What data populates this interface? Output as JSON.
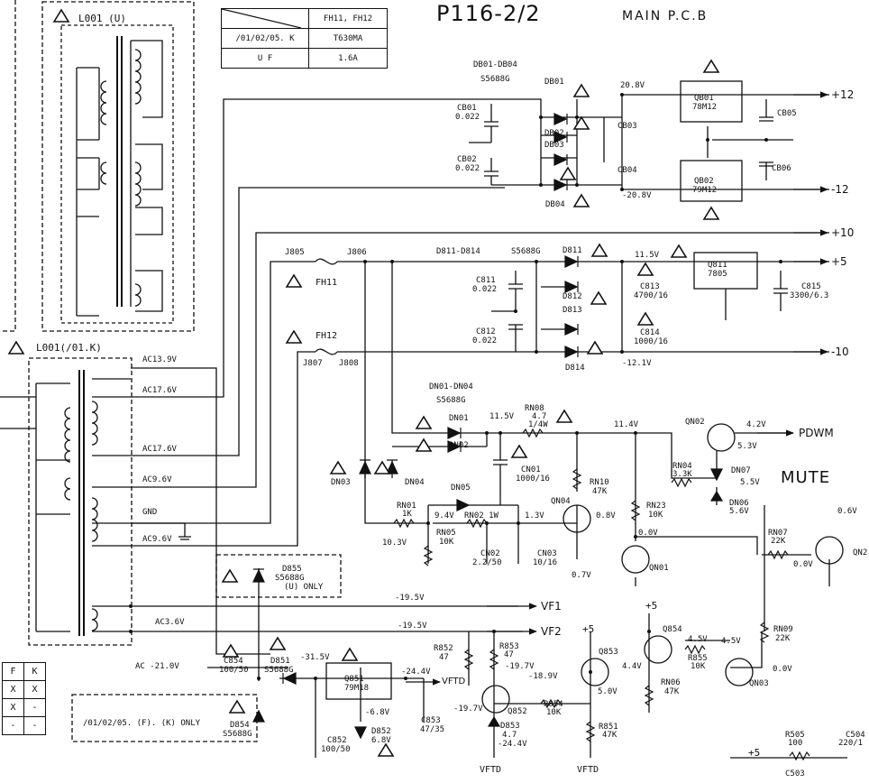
{
  "title": "P116-2/2",
  "subtitle": "MAIN P.C.B",
  "mute_label": "MUTE",
  "fuse_table": {
    "header": [
      "",
      "FH11, FH12"
    ],
    "rows": [
      [
        "/01/02/05. K",
        "T630MA"
      ],
      [
        "U F",
        "1.6A"
      ]
    ]
  },
  "fk_table": {
    "header": [
      "F",
      "K"
    ],
    "rows": [
      [
        "X",
        "X"
      ],
      [
        "X",
        "-"
      ],
      [
        "-",
        "-"
      ]
    ]
  },
  "rails": {
    "p12": "+12",
    "m12": "-12",
    "p10": "+10",
    "p5": "+5",
    "m10": "-10",
    "pdwm": "PDWM",
    "vf1": "VF1",
    "vf2": "VF2",
    "vftd": "VFTD"
  },
  "transformers": {
    "t1": "L001 (U)",
    "t2": "L001(/01.K)"
  },
  "ac_labels": {
    "ac139": "AC13.9V",
    "ac176a": "AC17.6V",
    "ac176b": "AC17.6V",
    "ac96a": "AC9.6V",
    "gnd": "GND",
    "ac96b": "AC9.6V",
    "ac36": "AC3.6V",
    "acm21": "AC -21.0V"
  },
  "parts": {
    "db_group": "DB01-DB04",
    "db_type": "S5688G",
    "db01": "DB01",
    "db02": "DB02",
    "db03": "DB03",
    "db04": "DB04",
    "cb01": "CB01",
    "cb01v": "0.022",
    "cb02": "CB02",
    "cb02v": "0.022",
    "cb03": "CB03",
    "cb04": "CB04",
    "cb05": "CB05",
    "cb06": "CB06",
    "qb01": "QB01",
    "qb01t": "78M12",
    "qb02": "QB02",
    "qb02t": "79M12",
    "v208p": "20.8V",
    "v208m": "-20.8V",
    "j805": "J805",
    "j806": "J806",
    "fh11": "FH11",
    "j807": "J807",
    "j808": "J808",
    "fh12": "FH12",
    "d81_group": "D811-D814",
    "d81_type": "S5688G",
    "d811": "D811",
    "d812": "D812",
    "d813": "D813",
    "d814": "D814",
    "c811": "C811",
    "c811v": "0.022",
    "c812": "C812",
    "c812v": "0.022",
    "c813": "C813",
    "c813v": "4700/16",
    "c814": "C814",
    "c814v": "1000/16",
    "c815": "C815",
    "c815v": "3300/6.3",
    "q811": "Q811",
    "q811t": "7805",
    "v115": "11.5V",
    "vm121": "-12.1V",
    "dn_group": "DN01-DN04",
    "dn_type": "S5688G",
    "dn01": "DN01",
    "dn02": "DN02",
    "dn03": "DN03",
    "dn04": "DN04",
    "v115b": "11.5V",
    "rn08": "RN08",
    "rn08v": "4.7",
    "rn08w": "1/4W",
    "cn01": "CN01",
    "cn01v": "1000/16",
    "v114": "11.4V",
    "qn02": "QN02",
    "v42": "4.2V",
    "v53": "5.3V",
    "rn04": "RN04",
    "rn04v": "3.3K",
    "dn07": "DN07",
    "v55": "5.5V",
    "dn06": "DN06",
    "v56": "5.6V",
    "rn10": "RN10",
    "rn10v": "47K",
    "dn05": "DN05",
    "rn01": "RN01",
    "rn01v": "1K",
    "v94": "9.4V",
    "rn02": "RN02 1W",
    "v13": "1.3V",
    "qn04": "QN04",
    "v08": "0.8V",
    "rn23": "RN23",
    "rn23v": "10K",
    "v00a": "0.0V",
    "v103": "10.3V",
    "rn05": "RN05",
    "rn05v": "10K",
    "cn02": "CN02",
    "cn02v": "2.2/50",
    "cn03": "CN03",
    "cn03v": "10/16",
    "v07": "0.7V",
    "qn01": "QN01",
    "rn07": "RN07",
    "rn07v": "22K",
    "v00b": "0.0V",
    "v06": "0.6V",
    "qn2x": "QN2",
    "rn09": "RN09",
    "rn09v": "22K",
    "d855": "D855",
    "d855t": "S5688G",
    "d855n": "(U) ONLY",
    "vm195a": "-19.5V",
    "vm195b": "-19.5V",
    "c854": "C854",
    "c854v": "100/50",
    "d851": "D851",
    "d851t": "S5688G",
    "vm315": "-31.5V",
    "q851": "Q851",
    "q851t": "79M18",
    "vm244": "-24.4V",
    "vm68": "-6.8V",
    "c852": "C852",
    "c852v": "100/50",
    "d852": "D852",
    "d852v": "6.8V",
    "c853": "C853",
    "c853v": "47/35",
    "only_note": "/01/02/05. (F). (K) ONLY",
    "d854": "D854",
    "d854t": "S5688G",
    "r852": "R852",
    "r852v": "47",
    "r853": "R853",
    "r853v": "47",
    "vm197a": "-19.7V",
    "vm189": "-18.9V",
    "vm197b": "-19.7V",
    "q852": "Q852",
    "d853": "D853",
    "d853v": "4.7",
    "vm244b": "-24.4V",
    "r854": "R854",
    "r854v": "10K",
    "q853": "Q853",
    "p5a": "+5",
    "v44": "4.4V",
    "v50": "5.0V",
    "r851": "R851",
    "r851v": "47K",
    "p5b": "+5",
    "q854": "Q854",
    "v45a": "4.5V",
    "r855": "R855",
    "r855v": "10K",
    "v45b": "4.5V",
    "rn06": "RN06",
    "rn06v": "47K",
    "v00c": "0.0V",
    "qn03": "QN03",
    "r505": "R505",
    "r505v": "100",
    "c504": "C504",
    "c504v": "220/1",
    "p5c": "+5",
    "c503": "C503",
    "vftd1": "VFTD",
    "vftd2": "VFTD"
  }
}
